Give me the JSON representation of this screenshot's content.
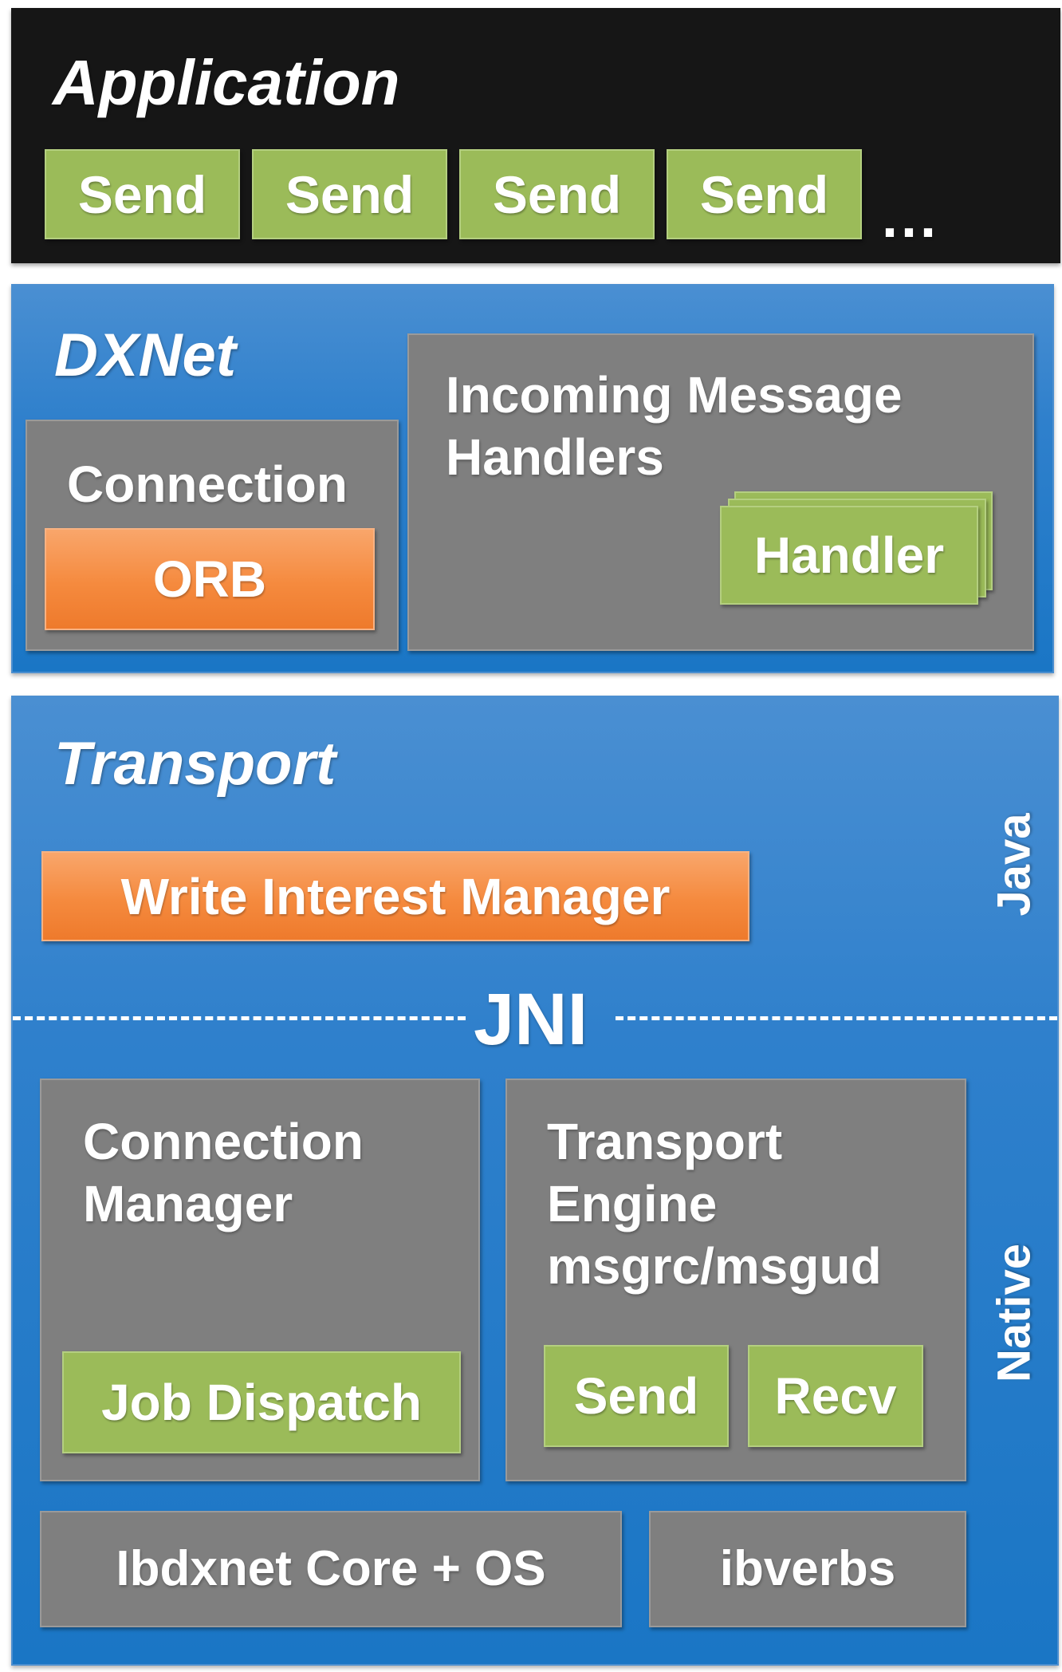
{
  "application": {
    "title": "Application",
    "send_buttons": [
      "Send",
      "Send",
      "Send",
      "Send"
    ],
    "ellipsis": "..."
  },
  "dxnet": {
    "title": "DXNet",
    "connection": {
      "label": "Connection",
      "orb": "ORB"
    },
    "handlers": {
      "label_line1": "Incoming Message",
      "label_line2": "Handlers",
      "handler": "Handler"
    }
  },
  "transport": {
    "title": "Transport",
    "write_interest_manager": "Write Interest Manager",
    "jni": "JNI",
    "java_label": "Java",
    "native_label": "Native",
    "connection_manager": {
      "line1": "Connection",
      "line2": "Manager",
      "job_dispatch": "Job Dispatch"
    },
    "transport_engine": {
      "line1": "Transport",
      "line2": "Engine",
      "line3": "msgrc/msgud",
      "send": "Send",
      "recv": "Recv"
    },
    "core": "Ibdxnet Core + OS",
    "ibverbs": "ibverbs"
  },
  "colors": {
    "application_bg": "#161616",
    "layer_blue": "#1a76c5",
    "box_gray": "#7f7f7f",
    "box_green": "#9bbb59",
    "box_orange": "#f58a3e",
    "text": "#ffffff"
  }
}
